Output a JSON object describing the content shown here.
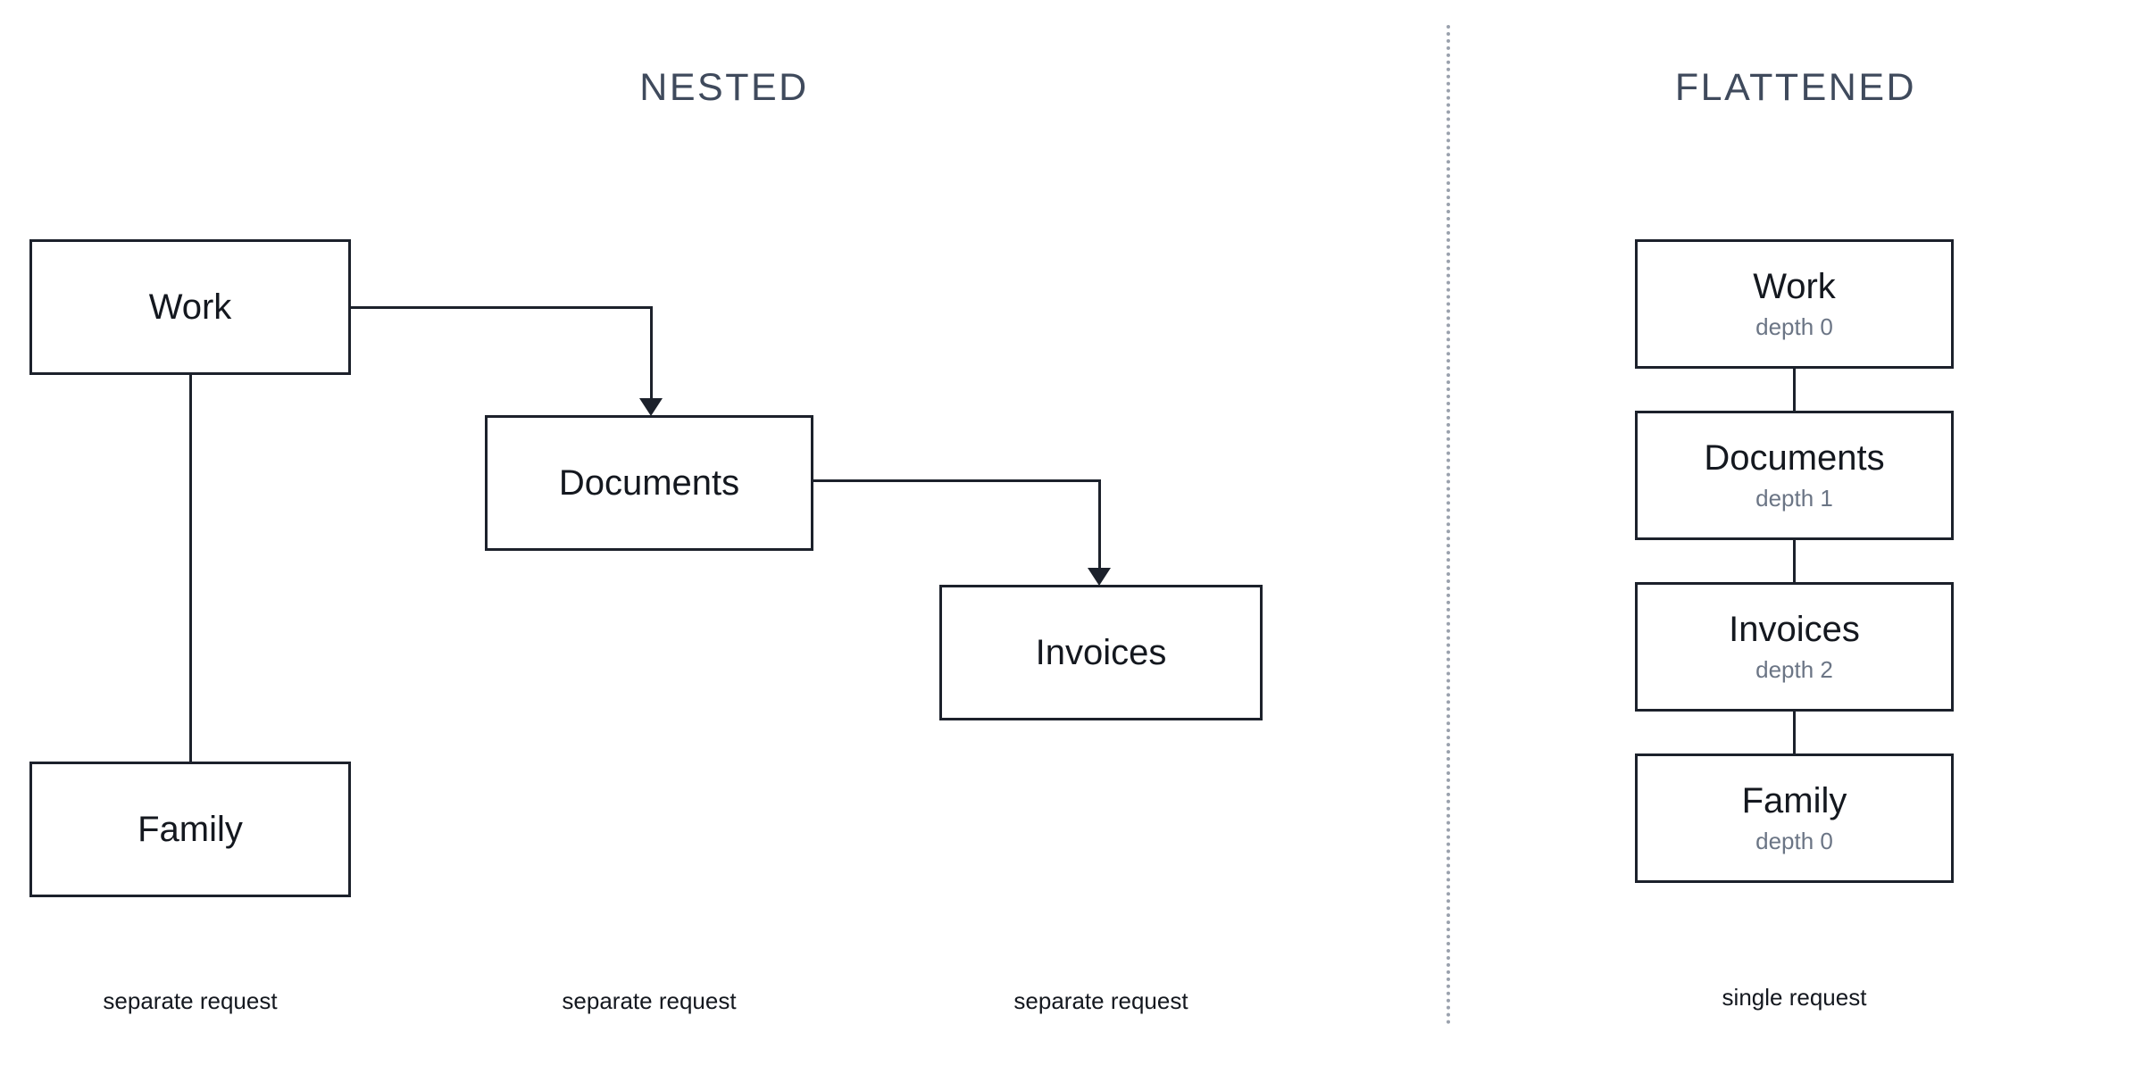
{
  "colors": {
    "background": "#ffffff",
    "box_border": "#1c212b",
    "box_fill": "#ffffff",
    "node_label": "#14181f",
    "depth_label": "#6b7585",
    "panel_title": "#3f4a5c",
    "divider": "#9aa1ad",
    "connector": "#1c212b"
  },
  "panels": {
    "nested": {
      "title": "NESTED",
      "nodes": [
        {
          "label": "Work"
        },
        {
          "label": "Documents"
        },
        {
          "label": "Invoices"
        },
        {
          "label": "Family"
        }
      ],
      "captions": [
        "separate request",
        "separate request",
        "separate request"
      ]
    },
    "flattened": {
      "title": "FLATTENED",
      "nodes": [
        {
          "label": "Work",
          "depth": "depth 0"
        },
        {
          "label": "Documents",
          "depth": "depth 1"
        },
        {
          "label": "Invoices",
          "depth": "depth 2"
        },
        {
          "label": "Family",
          "depth": "depth 0"
        }
      ],
      "caption": "single request"
    }
  },
  "diagram_data": {
    "type": "tree-comparison",
    "nested_edges": [
      {
        "from": "Work",
        "to": "Documents",
        "arrow": true,
        "style": "elbow"
      },
      {
        "from": "Work",
        "to": "Family",
        "arrow": false,
        "style": "straight"
      },
      {
        "from": "Documents",
        "to": "Invoices",
        "arrow": true,
        "style": "elbow"
      }
    ],
    "flattened_order": [
      "Work",
      "Documents",
      "Invoices",
      "Family"
    ],
    "flattened_depths": [
      0,
      1,
      2,
      0
    ]
  }
}
